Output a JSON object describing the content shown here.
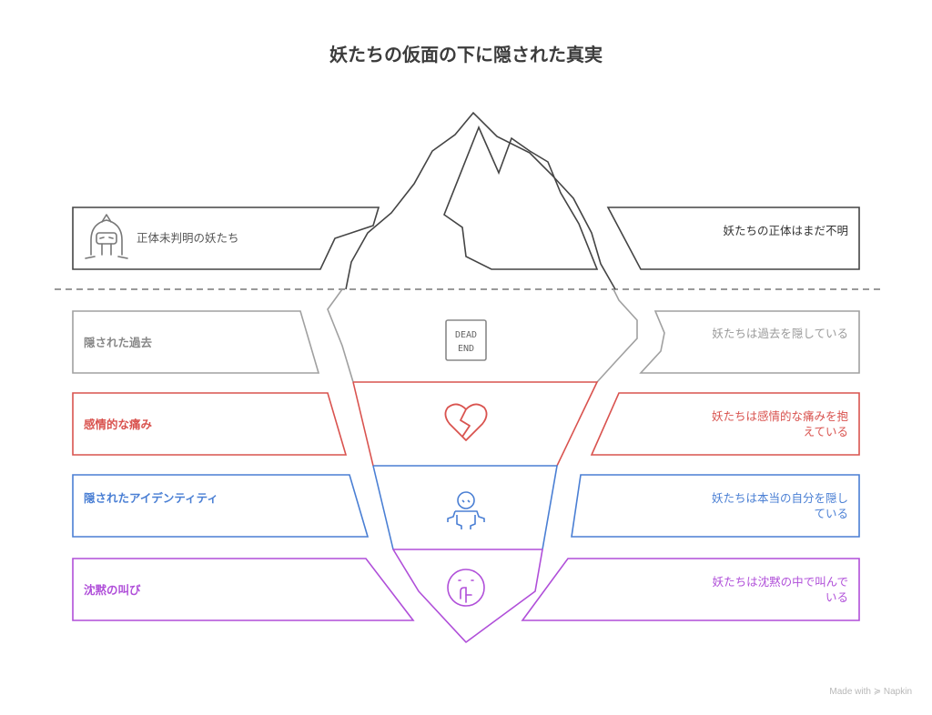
{
  "title": "妖たちの仮面の下に隠された真実",
  "footer": "Made with ≽ Napkin",
  "colors": {
    "tip": "#444444",
    "waterline": "#999999",
    "past": "#a0a0a0",
    "pain": "#d9534f",
    "identity": "#4a7fd4",
    "silence": "#b04fd9"
  },
  "sections": [
    {
      "id": "tip",
      "left_label": "正体未判明の妖たち",
      "right_label": "妖たちの正体はまだ不明",
      "icon": "hooded-figure-icon"
    },
    {
      "id": "past",
      "left_label": "隠された過去",
      "right_label": "妖たちは過去を隠している",
      "icon": "dead-end-sign-icon",
      "icon_text": [
        "DEAD",
        "END"
      ]
    },
    {
      "id": "pain",
      "left_label": "感情的な痛み",
      "right_label": "妖たちは感情的な痛みを抱えている",
      "icon": "broken-heart-icon"
    },
    {
      "id": "identity",
      "left_label": "隠されたアイデンティティ",
      "right_label": "妖たちは本当の自分を隠している",
      "icon": "astronaut-icon"
    },
    {
      "id": "silence",
      "left_label": "沈黙の叫び",
      "right_label": "妖たちは沈黙の中で叫んでいる",
      "icon": "shush-face-icon"
    }
  ]
}
